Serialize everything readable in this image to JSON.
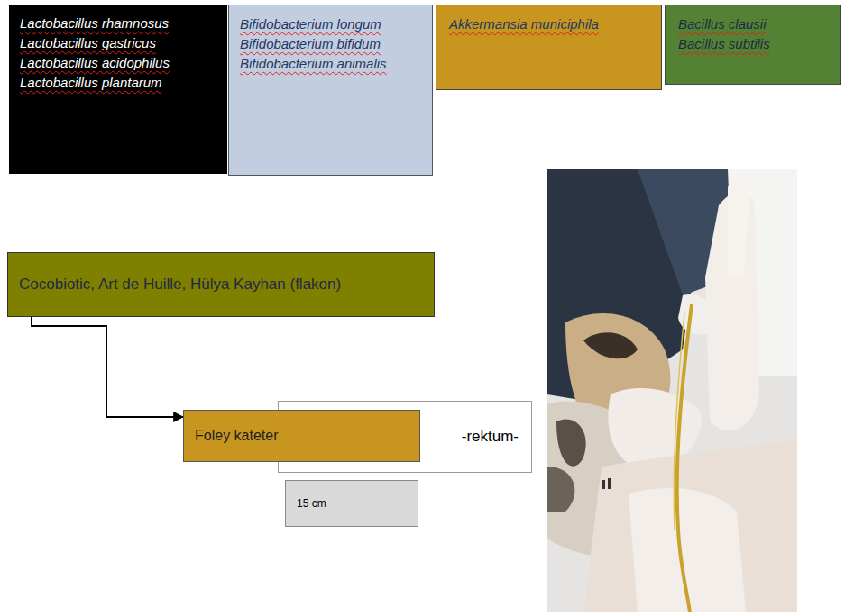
{
  "diagram": {
    "nodes": [
      {
        "text": [
          "Lactobacillus rhamnosus",
          "Lactobacillus gastricus",
          "Lactobacillus acidophilus",
          "Lactobacillus plantarum"
        ]
      },
      {
        "text": [
          "Bifidobacterium longum",
          "Bifidobacterium bifidum",
          "Bifidobacterium animalis"
        ]
      },
      {
        "text": [
          "Akkermansia municiphila"
        ]
      },
      {
        "text": [
          "Bacillus clausii",
          "Bacillus subtilis"
        ]
      },
      {
        "text": [
          "Cocobiotic, Art de Huille, Hülya Kayhan (flakon)"
        ]
      },
      {
        "text": [
          "Foley kateter"
        ]
      },
      {
        "text": [
          "-rektum-"
        ]
      },
      {
        "text": [
          "15 cm"
        ]
      }
    ],
    "edges": [
      {
        "from": 4,
        "to": 5,
        "arrow": "to"
      }
    ]
  }
}
